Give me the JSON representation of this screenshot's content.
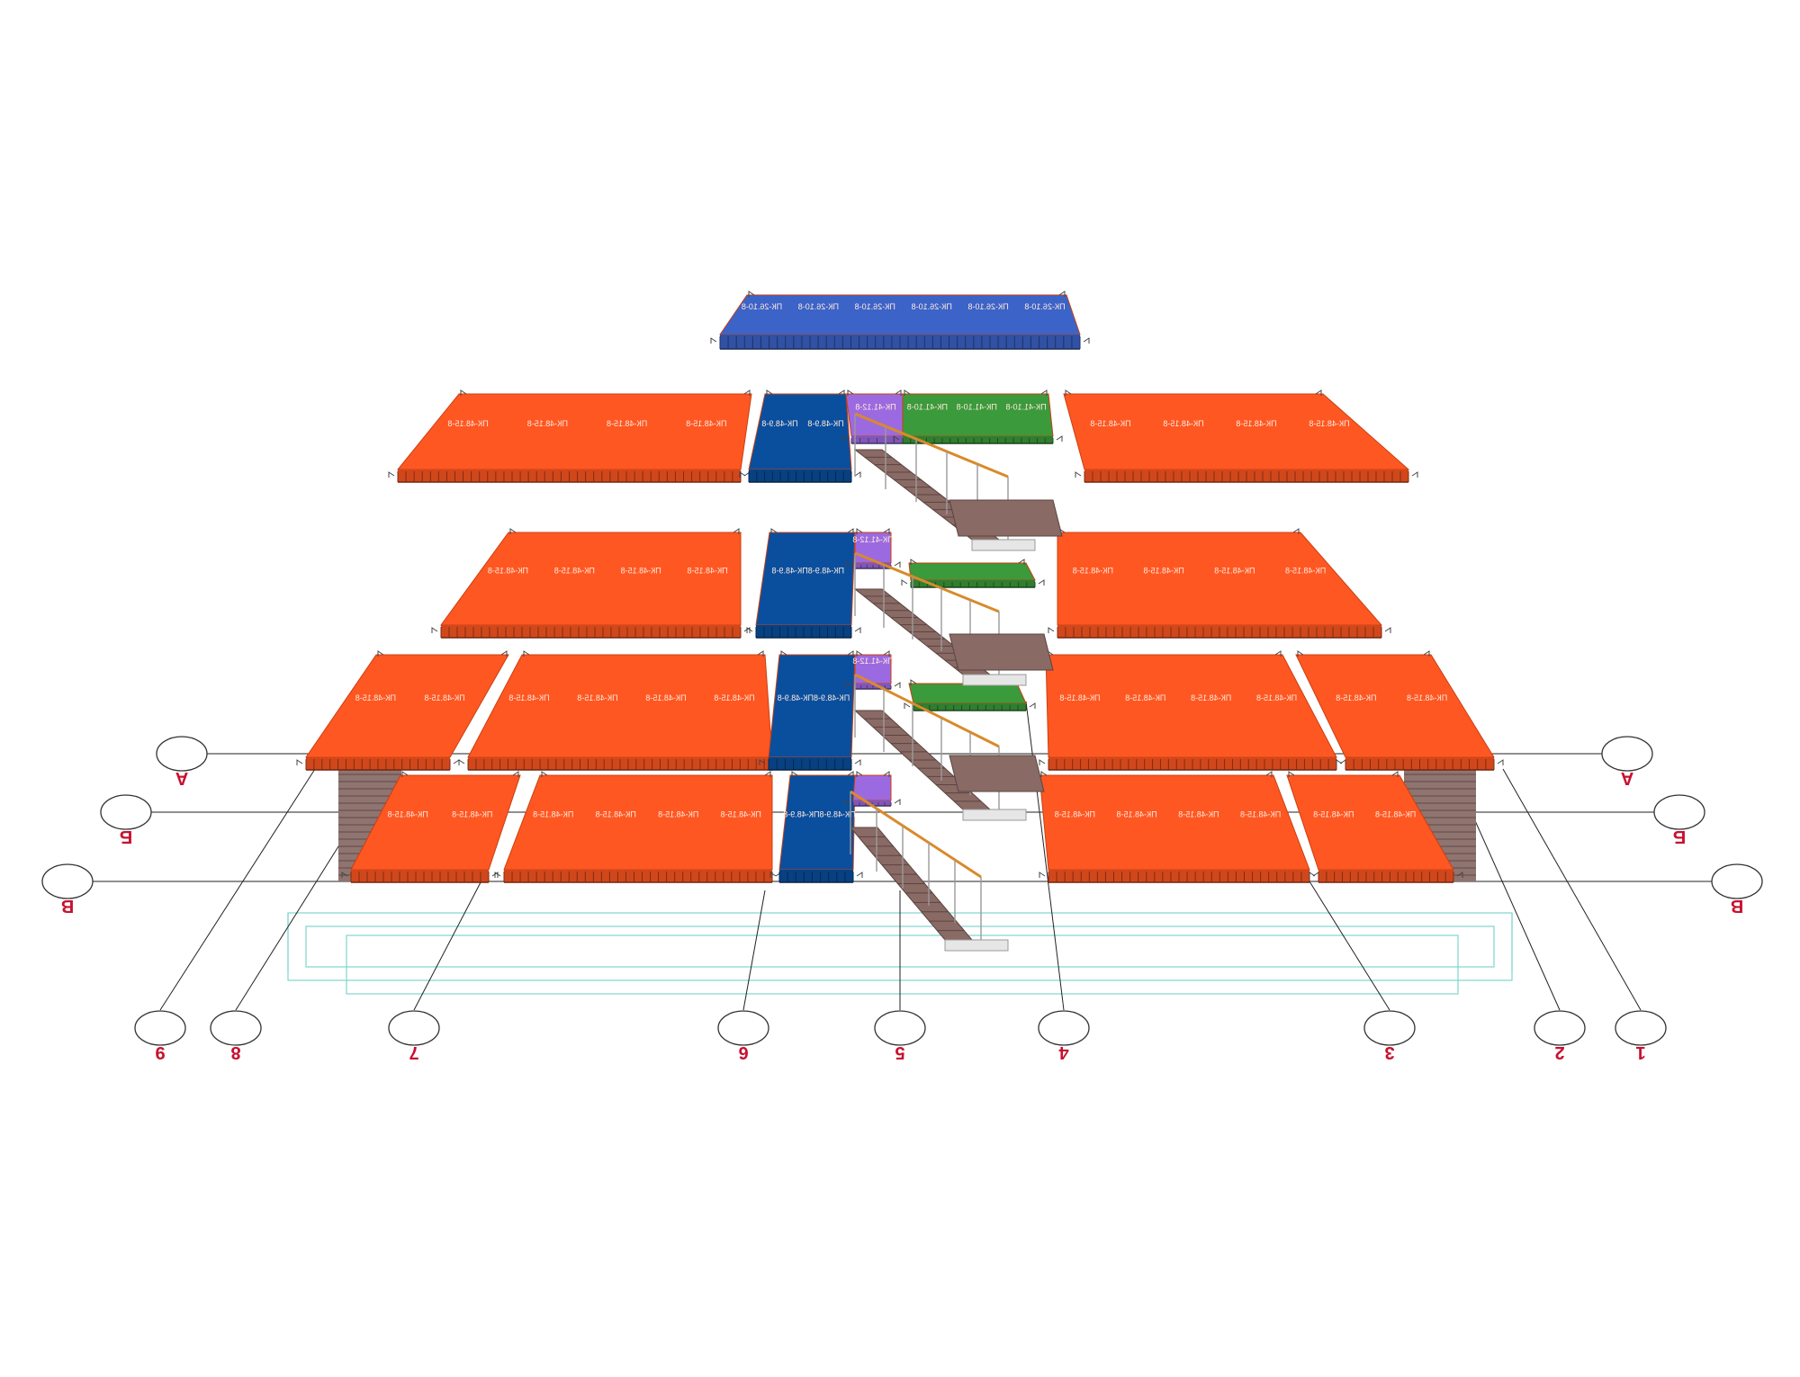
{
  "colors": {
    "slab_orange": "#ff5722",
    "slab_blue_dark": "#0a4f9e",
    "slab_blue_roof": "#3b63c8",
    "slab_green": "#3b9a3b",
    "slab_purple": "#9c6ae0",
    "stair": "#8a6a64",
    "rail": "#d98a2b",
    "axis_text": "#c8102e",
    "foundation": "#7fd6cf"
  },
  "labels": {
    "pk_48_15": "ПК-48.15-8",
    "pk_48_9": "ПК-48.9-8",
    "pk_41_10": "ПК-41.10-8",
    "pk_41_12": "ПК-41.12-8",
    "pk_26_10": "ПК-26.10-8",
    "stair_strip": "ПК-48.9-8ПК-48.9-8"
  },
  "axes": {
    "columns": [
      "9",
      "8",
      "7",
      "6",
      "5",
      "4",
      "3",
      "2",
      "1"
    ],
    "rows": [
      "А",
      "Б",
      "В"
    ]
  }
}
